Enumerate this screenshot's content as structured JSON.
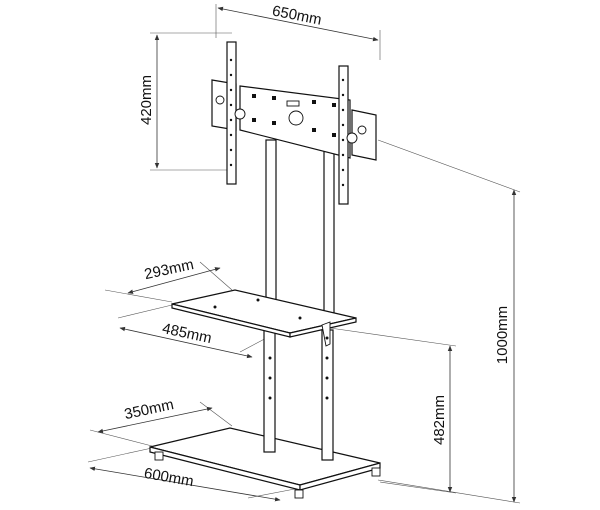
{
  "dimensions": {
    "width_top": "650mm",
    "height_top": "420mm",
    "shelf_depth": "293mm",
    "shelf_width": "485mm",
    "base_depth": "350mm",
    "base_width": "600mm",
    "shelf_height": "482mm",
    "total_height": "1000mm"
  }
}
